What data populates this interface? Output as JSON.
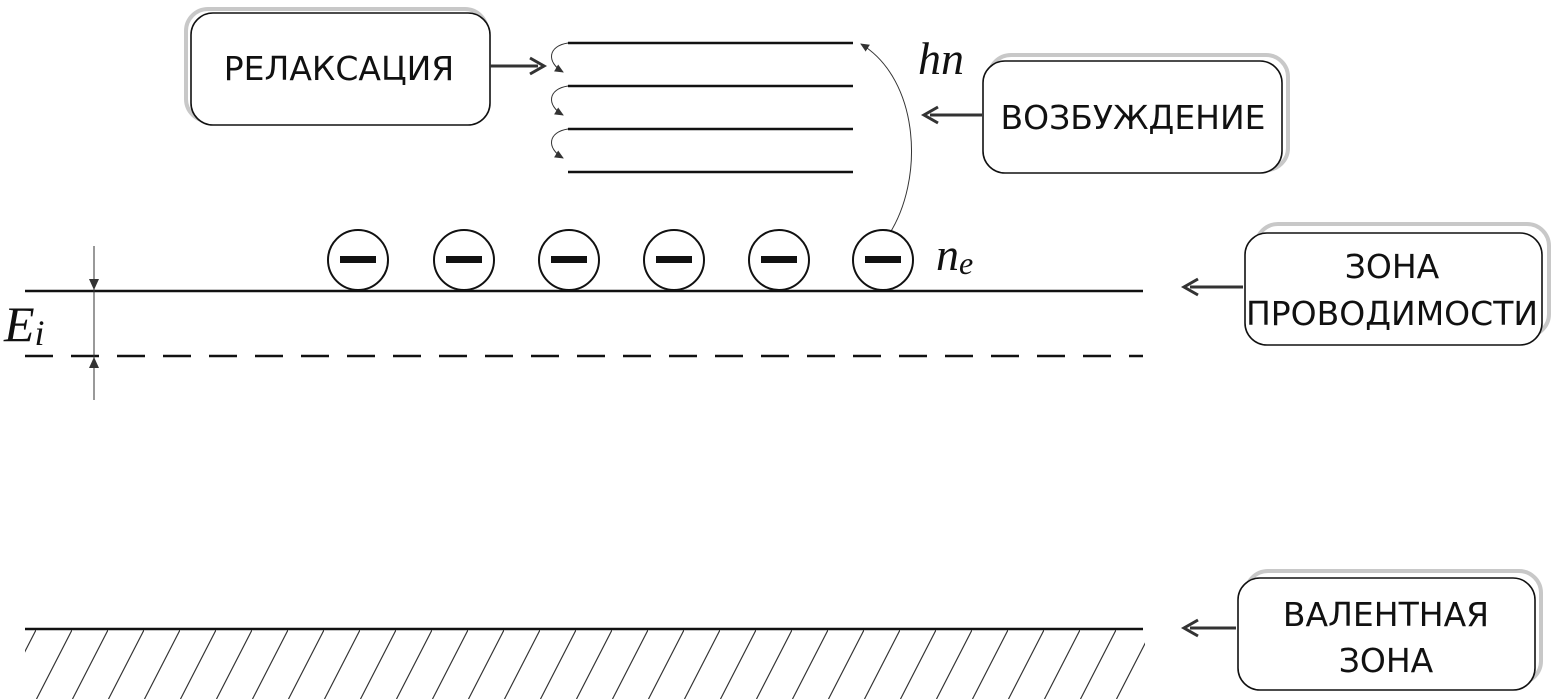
{
  "labels": {
    "relaxation": "РЕЛАКСАЦИЯ",
    "excitation": "ВОЗБУЖДЕНИЕ",
    "conduction_band_line1": "ЗОНА",
    "conduction_band_line2": "ПРОВОДИМОСТИ",
    "valence_band_line1": "ВАЛЕНТНАЯ",
    "valence_band_line2": "ЗОНА"
  },
  "symbols": {
    "photon_h": "h",
    "photon_n": "n",
    "electron_n": "n",
    "electron_sub": "e",
    "energy_E": "E",
    "energy_sub": "i"
  },
  "colors": {
    "line": "#111111",
    "box_shadow": "#c8c8c8",
    "arrow": "#333333"
  }
}
